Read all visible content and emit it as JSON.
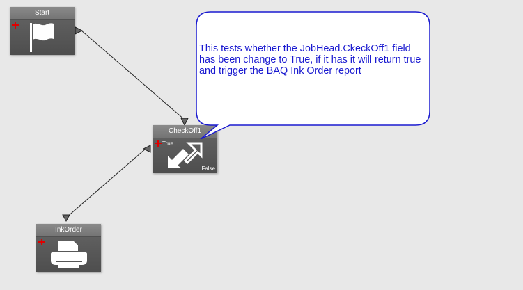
{
  "nodes": {
    "start": {
      "title": "Start",
      "icon": "flag-icon"
    },
    "checkoff": {
      "title": "CheckOff1",
      "icon": "swap-arrows-icon",
      "port_true": "True",
      "port_false": "False"
    },
    "inkorder": {
      "title": "InkOrder",
      "icon": "printer-icon"
    }
  },
  "annotation": {
    "text": "This tests whether the JobHead.CkeckOff1 field has been change to True, if it has it will return true and trigger the BAQ Ink Order report"
  },
  "colors": {
    "canvas": "#e8e8e8",
    "node_body": "#555555",
    "plus": "#e00000",
    "bubble_border": "#1a1ad0",
    "bubble_text": "#1a1ad0"
  }
}
